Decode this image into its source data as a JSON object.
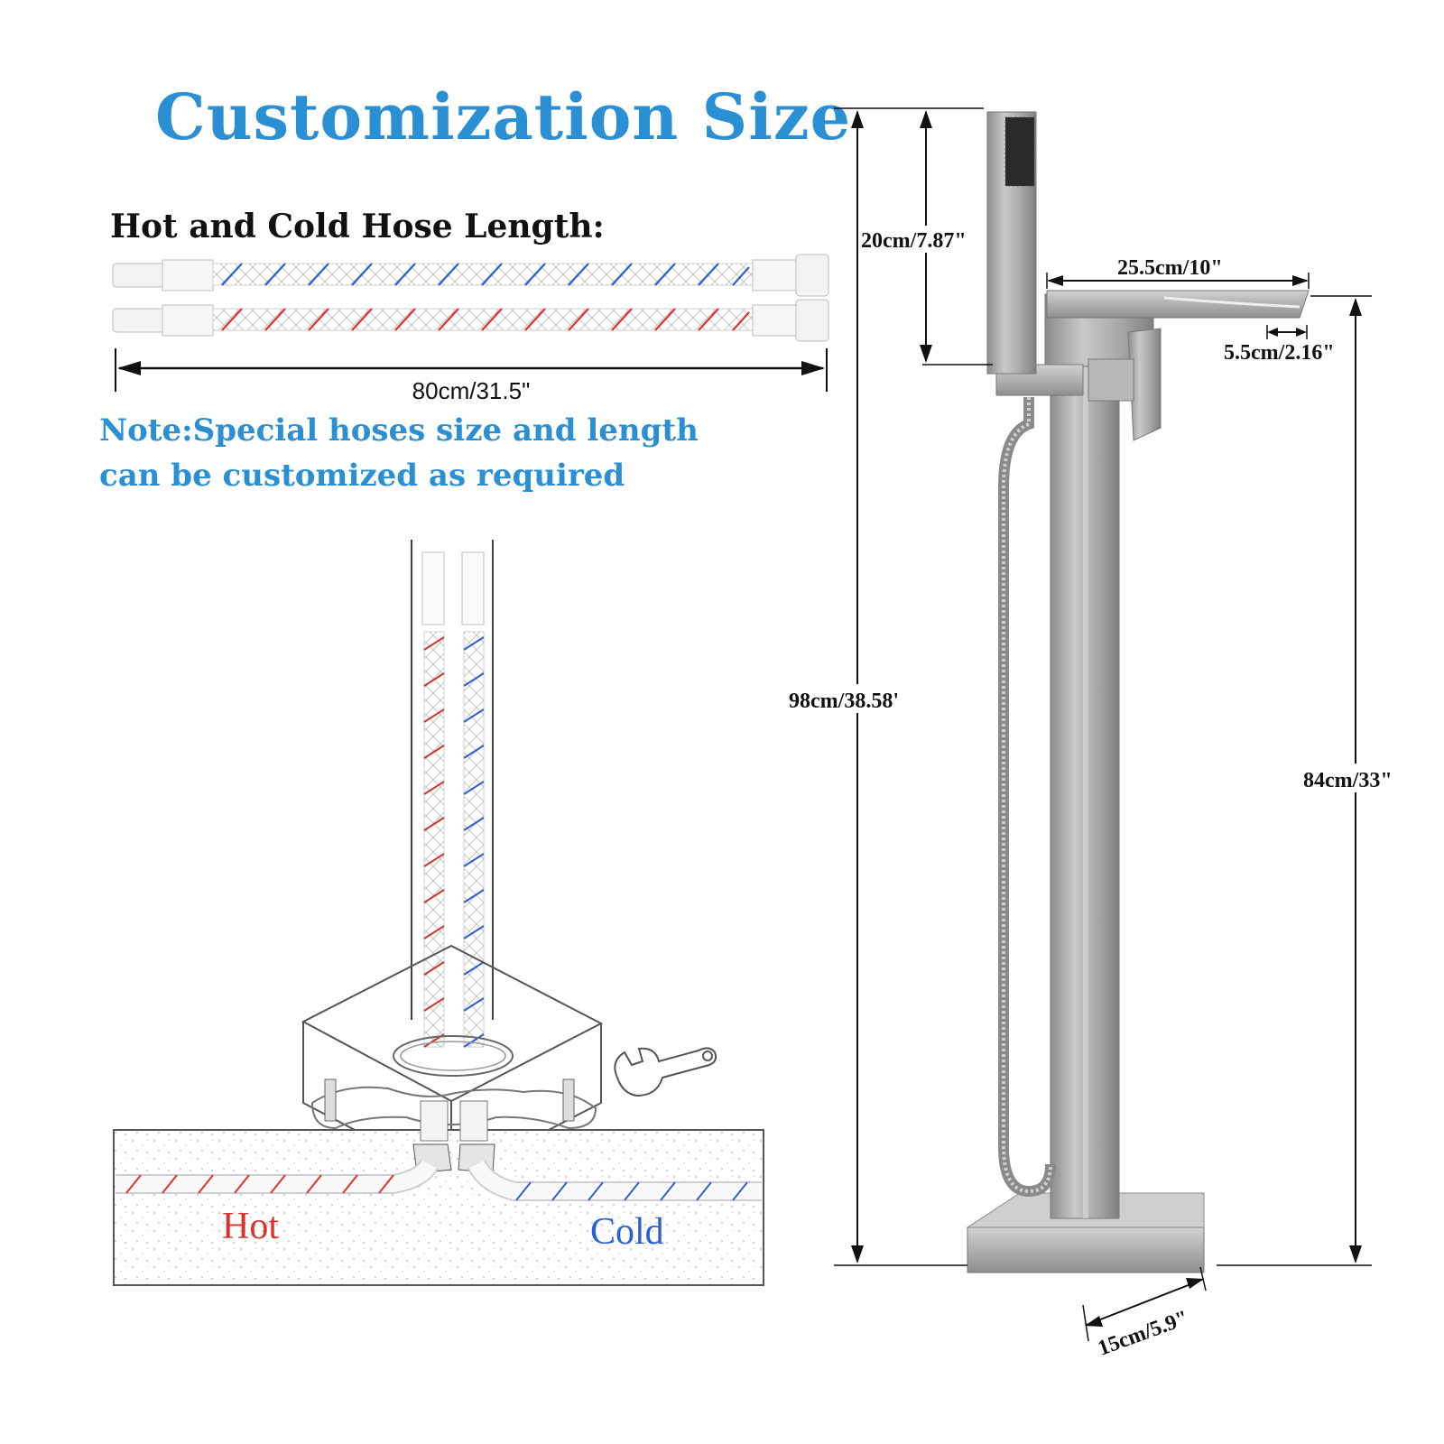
{
  "title": "Customization Size",
  "hose": {
    "heading": "Hot and Cold Hose Length:",
    "length_label": "80cm/31.5\"",
    "note_line1": "Note:Special hoses size and length",
    "note_line2": "can be customized as required"
  },
  "installation": {
    "hot_label": "Hot",
    "cold_label": "Cold"
  },
  "faucet_dimensions": {
    "handshower_height": "20cm/7.87\"",
    "spout_length": "25.5cm/10\"",
    "spout_width": "5.5cm/2.16\"",
    "total_height": "98cm/38.58'",
    "spout_height": "84cm/33\"",
    "base_width": "15cm/5.9\""
  },
  "colors": {
    "accent_blue": "#2b8fd4",
    "hot_red": "#d9342b",
    "cold_blue": "#2b5fd4",
    "metal": "#9a9a9a"
  }
}
